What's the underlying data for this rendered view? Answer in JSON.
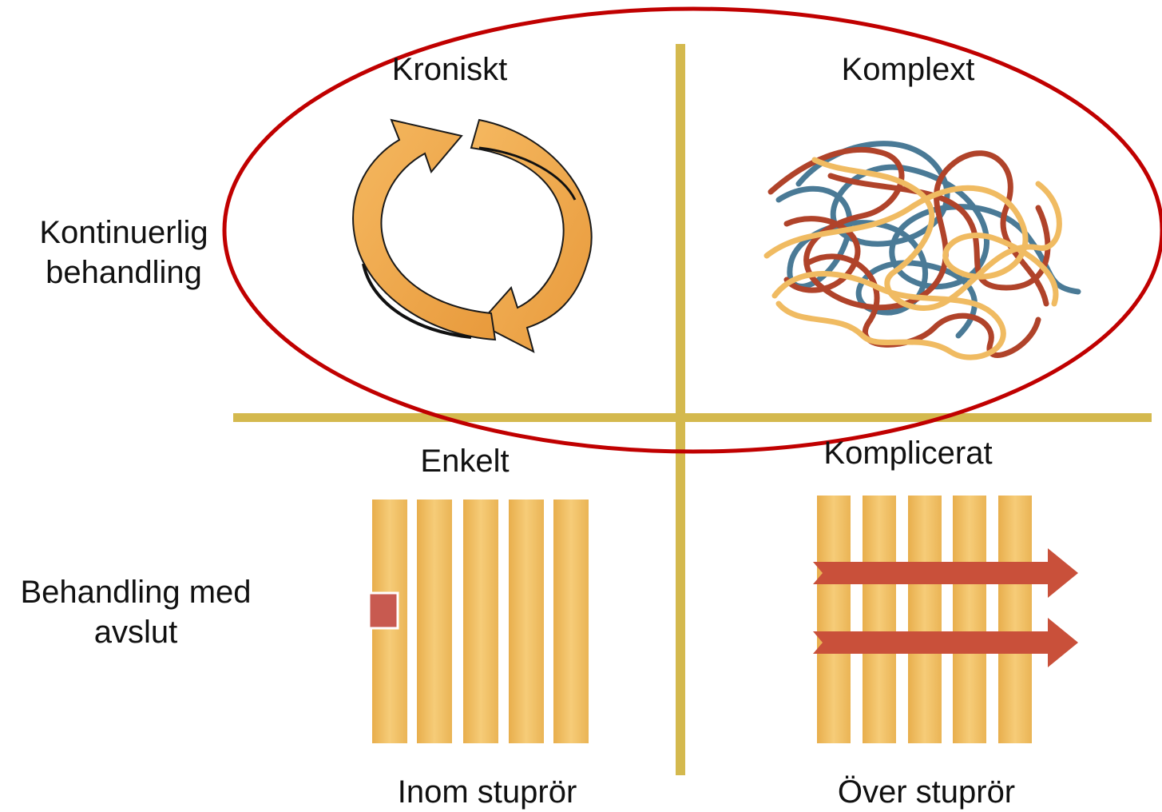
{
  "quadrants": {
    "top_left": {
      "title": "Kroniskt",
      "illustration": "cycle-arrows-icon"
    },
    "top_right": {
      "title": "Komplext",
      "illustration": "tangled-threads-icon"
    },
    "bottom_left": {
      "title": "Enkelt",
      "illustration": "vertical-pillars-with-block-icon"
    },
    "bottom_right": {
      "title": "Komplicerat",
      "illustration": "pillars-crossed-by-arrows-icon"
    }
  },
  "row_labels": {
    "top": {
      "line1": "Kontinuerlig",
      "line2": "behandling"
    },
    "bottom": {
      "line1": "Behandling med",
      "line2": "avslut"
    }
  },
  "column_labels": {
    "left": "Inom stuprör",
    "right": "Över stuprör"
  },
  "colors": {
    "axis": "#d4b94e",
    "highlight_ellipse": "#c00000",
    "arrow_orange": "#f0a848",
    "pillar": "#f2c46a",
    "thread_red": "#b0432a",
    "thread_blue": "#4a7a96",
    "thread_yellow": "#f0bb62",
    "crossing_arrow": "#c9503a",
    "block": "#c85a50"
  }
}
